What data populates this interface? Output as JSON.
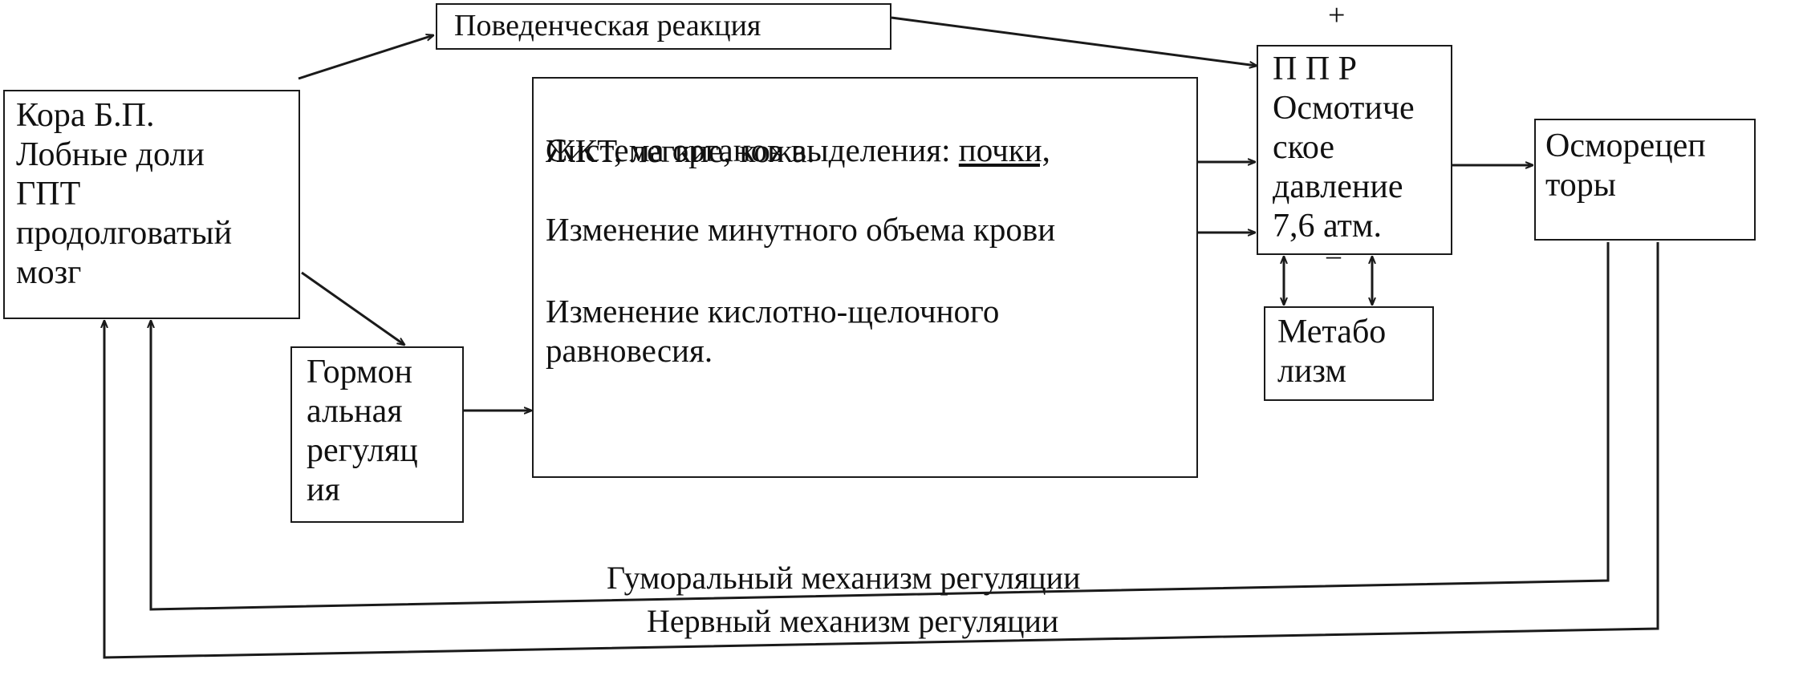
{
  "diagram": {
    "nodes": {
      "cortex": "Кора Б.П.\nЛобные доли\nГПТ\nпродолговатый\nмозг",
      "behavior": "Поведенческая реакция",
      "excretion_line1": "Система органов выделения: ",
      "excretion_kidneys": "почки,",
      "excretion_line2": "ЖКТ, легкие, кожа.",
      "excretion_line3": "Изменение минутного объема крови",
      "excretion_line4": "Изменение кислотно-щелочного\nрaвновесия.",
      "hormonal": "Гормон\nальная\nрегуляц\nия",
      "ppr": "П П Р\nОсмотиче\nское\nдавление\n7,6 атм.",
      "metabolism": "Метабо\nлизм",
      "osmoreceptors": "Осморецеп\nторы"
    },
    "signs": {
      "plus": "+",
      "minus": "–"
    },
    "labels": {
      "humoral": "Гуморальный механизм регуляции",
      "nervous": "Нервный механизм регуляции"
    }
  }
}
